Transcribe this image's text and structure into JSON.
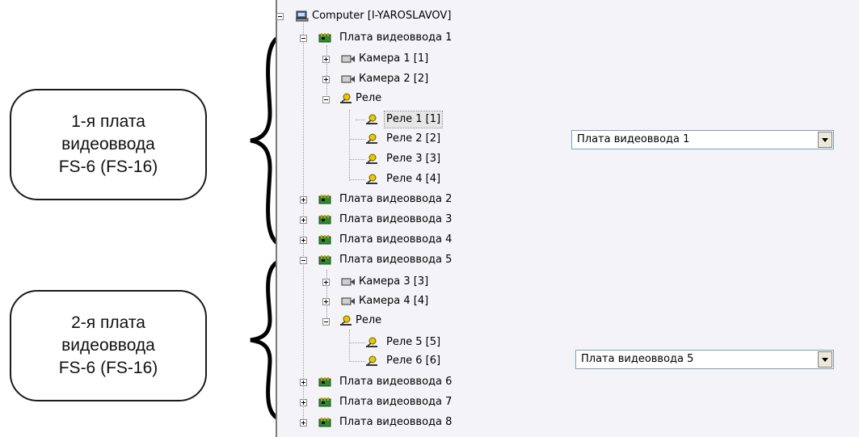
{
  "callouts": [
    {
      "line1": "1-я плата",
      "line2": "видеоввода",
      "line3": "FS-6 (FS-16)"
    },
    {
      "line1": "2-я плата",
      "line2": "видеоввода",
      "line3": "FS-6 (FS-16)"
    }
  ],
  "tree": {
    "root": "Computer [I-YAROSLAVOV]",
    "board1": "Плата видеоввода 1",
    "cam1": "Камера 1 [1]",
    "cam2": "Камера 2 [2]",
    "relay_group1": "Реле",
    "relay1": "Реле 1 [1]",
    "relay2": "Реле 2 [2]",
    "relay3": "Реле 3 [3]",
    "relay4": "Реле 4 [4]",
    "board2": "Плата видеоввода 2",
    "board3": "Плата видеоввода 3",
    "board4": "Плата видеоввода 4",
    "board5": "Плата видеоввода 5",
    "cam3": "Камера 3 [3]",
    "cam4": "Камера 4 [4]",
    "relay_group2": "Реле",
    "relay5": "Реле 5 [5]",
    "relay6": "Реле 6 [6]",
    "board6": "Плата видеоввода 6",
    "board7": "Плата видеоввода 7",
    "board8": "Плата видеоввода 8"
  },
  "combos": [
    {
      "value": "Плата видеоввода 1"
    },
    {
      "value": "Плата видеоввода 5"
    }
  ],
  "icons": {
    "computer": "computer-icon",
    "board": "video-board-icon",
    "camera": "camera-icon",
    "relay": "relay-icon"
  }
}
